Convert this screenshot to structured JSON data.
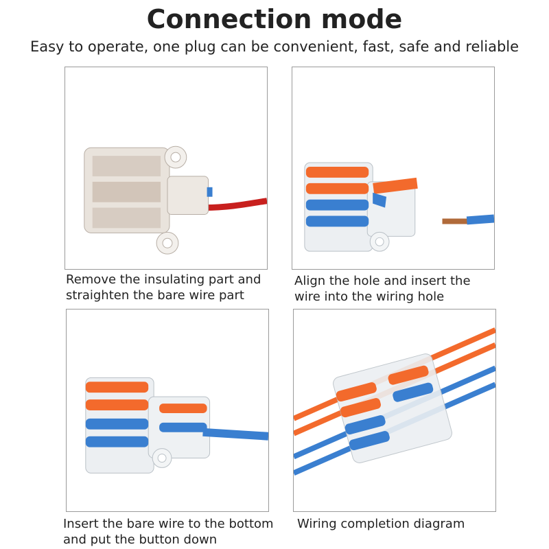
{
  "header": {
    "title": "Connection mode",
    "subtitle": "Easy to operate, one plug can be convenient, fast, safe and reliable"
  },
  "steps": [
    {
      "caption_line1": "Remove the insulating part and",
      "caption_line2": "straighten the bare wire part"
    },
    {
      "caption_line1": "Align the hole and insert the",
      "caption_line2": "wire into the wiring hole"
    },
    {
      "caption_line1": "Insert the bare wire to the bottom",
      "caption_line2": "and put the button down"
    },
    {
      "caption_line1": "Wiring completion diagram",
      "caption_line2": ""
    }
  ],
  "colors": {
    "orange": "#f36a2c",
    "blue": "#3a7fd0",
    "red_wire": "#c8201e",
    "frame": "#9a9a9a"
  }
}
